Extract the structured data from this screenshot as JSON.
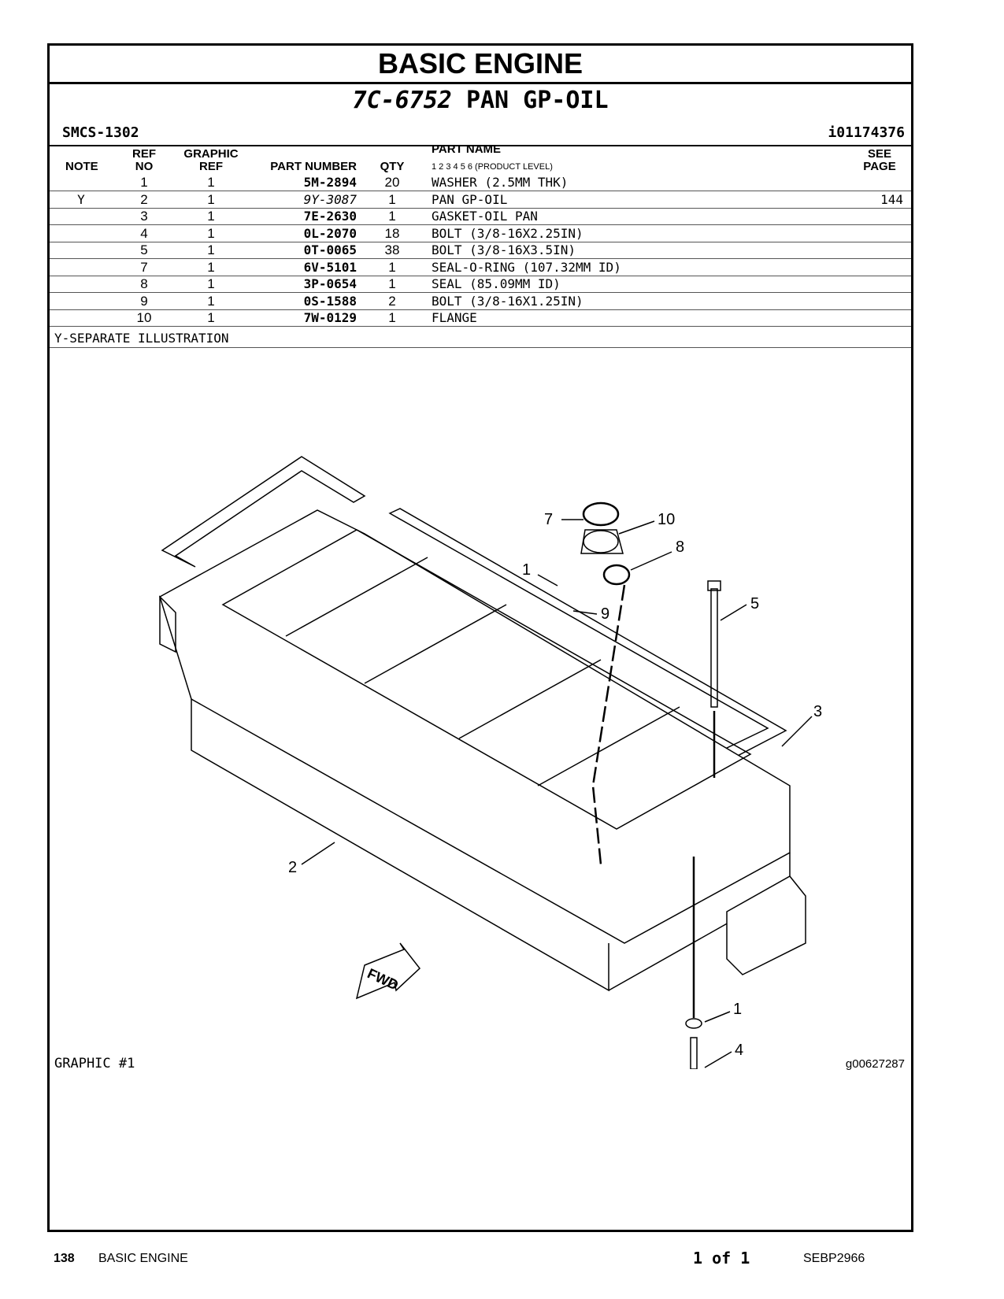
{
  "header": {
    "title": "BASIC ENGINE",
    "part_number": "7C-6752",
    "part_name": "PAN GP-OIL",
    "smcs": "SMCS-1302",
    "info_id": "i01174376"
  },
  "columns": {
    "note": "NOTE",
    "ref_no": [
      "REF",
      "NO"
    ],
    "graphic_ref": [
      "GRAPHIC",
      "REF"
    ],
    "part_number": "PART NUMBER",
    "qty": "QTY",
    "part_name": "PART NAME",
    "product_levels": "1   2   3   4   5   6   (PRODUCT LEVEL)",
    "see_page": [
      "SEE",
      "PAGE"
    ]
  },
  "parts": [
    {
      "note": "",
      "ref": "1",
      "graphic": "1",
      "pn": "5M-2894",
      "qty": "20",
      "name": "WASHER (2.5MM THK)",
      "see": ""
    },
    {
      "note": "Y",
      "ref": "2",
      "graphic": "1",
      "pn": "9Y-3087",
      "qty": "1",
      "name": "PAN GP-OIL",
      "see": "144"
    },
    {
      "note": "",
      "ref": "3",
      "graphic": "1",
      "pn": "7E-2630",
      "qty": "1",
      "name": "GASKET-OIL PAN",
      "see": ""
    },
    {
      "note": "",
      "ref": "4",
      "graphic": "1",
      "pn": "0L-2070",
      "qty": "18",
      "name": "BOLT (3/8-16X2.25IN)",
      "see": ""
    },
    {
      "note": "",
      "ref": "5",
      "graphic": "1",
      "pn": "0T-0065",
      "qty": "38",
      "name": "BOLT (3/8-16X3.5IN)",
      "see": ""
    },
    {
      "note": "",
      "ref": "7",
      "graphic": "1",
      "pn": "6V-5101",
      "qty": "1",
      "name": "SEAL-O-RING (107.32MM ID)",
      "see": ""
    },
    {
      "note": "",
      "ref": "8",
      "graphic": "1",
      "pn": "3P-0654",
      "qty": "1",
      "name": "SEAL (85.09MM ID)",
      "see": ""
    },
    {
      "note": "",
      "ref": "9",
      "graphic": "1",
      "pn": "0S-1588",
      "qty": "2",
      "name": "BOLT (3/8-16X1.25IN)",
      "see": ""
    },
    {
      "note": "",
      "ref": "10",
      "graphic": "1",
      "pn": "7W-0129",
      "qty": "1",
      "name": "FLANGE",
      "see": ""
    }
  ],
  "note": "Y-SEPARATE ILLUSTRATION",
  "illustration": {
    "callouts": [
      "7",
      "10",
      "8",
      "1",
      "9",
      "5",
      "3",
      "2",
      "1",
      "4"
    ],
    "fwd": "FWD"
  },
  "graphic_label": "GRAPHIC #1",
  "graphic_id": "g00627287",
  "footer": {
    "page": "138",
    "section": "BASIC ENGINE",
    "page_of": "1 of 1",
    "doc": "SEBP2966"
  }
}
